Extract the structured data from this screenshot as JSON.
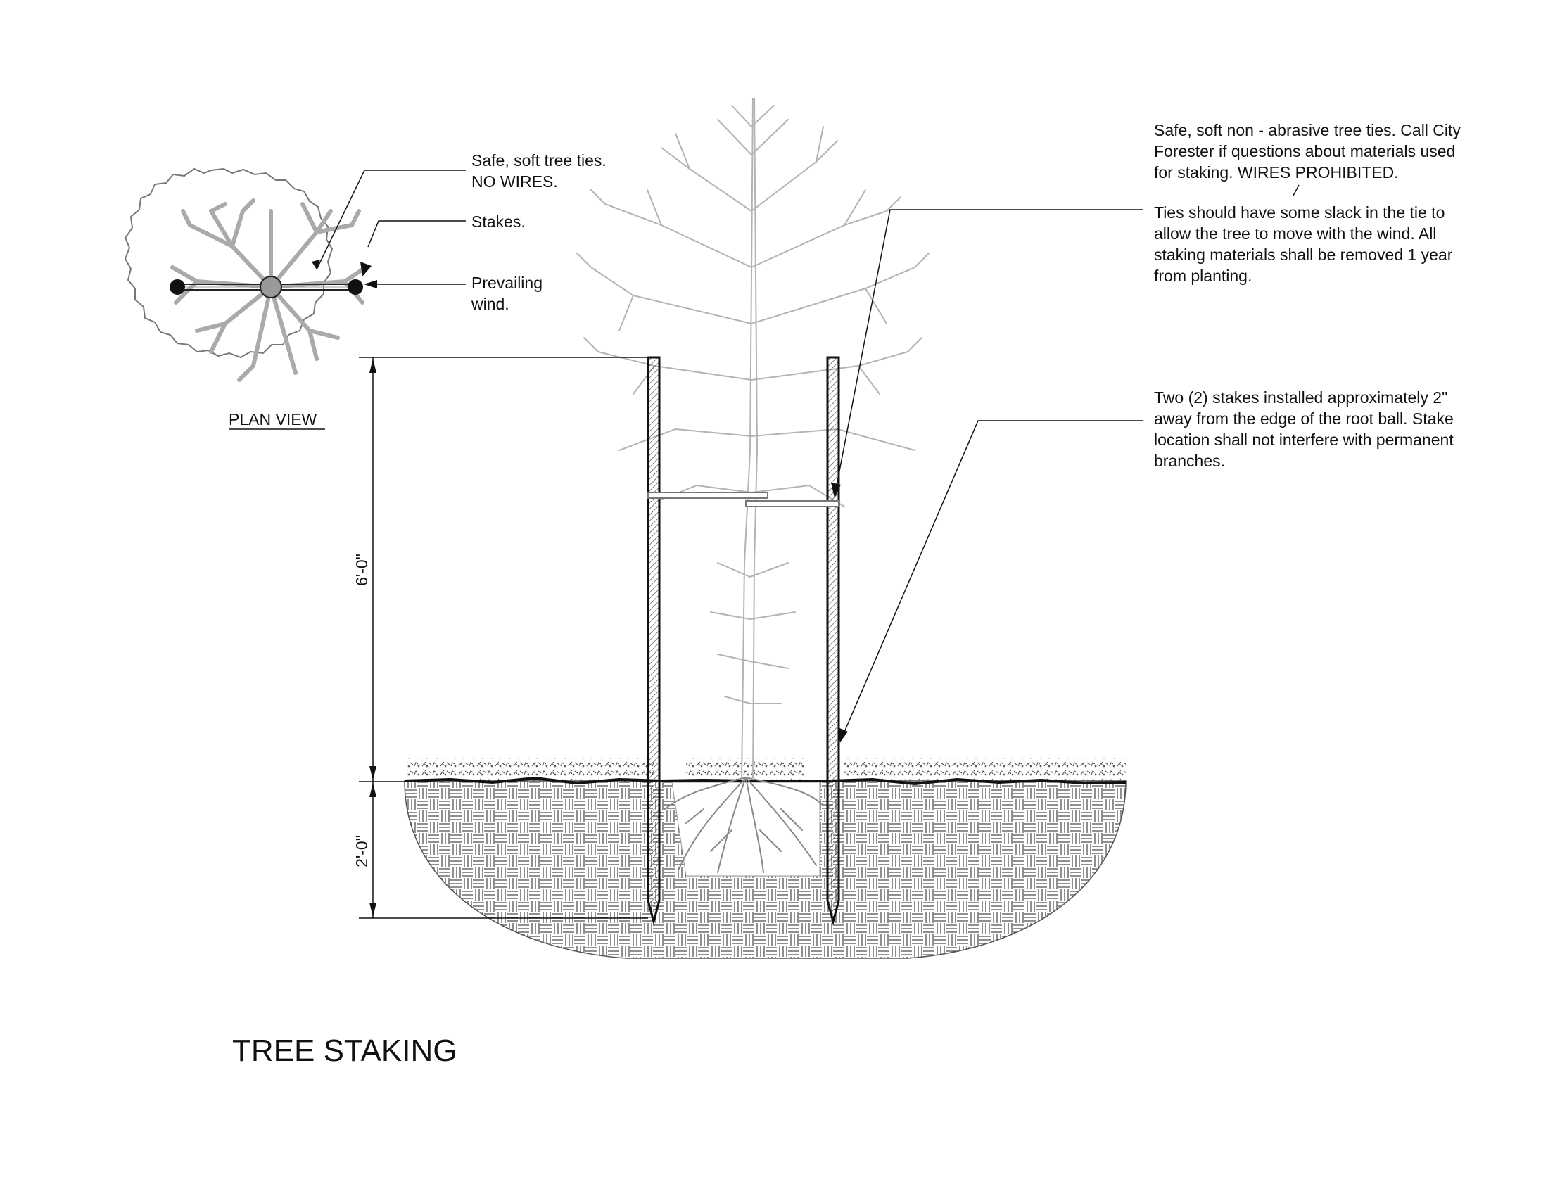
{
  "plan_view": {
    "caption": "PLAN VIEW",
    "notes": {
      "tree_ties": [
        "Safe, soft tree ties.",
        "NO WIRES."
      ],
      "stakes": [
        "Stakes."
      ],
      "prevailing_wind": [
        "Prevailing",
        "wind."
      ]
    }
  },
  "elevation": {
    "notes": {
      "ties_material": [
        "Safe, soft non - abrasive tree ties. Call City",
        "Forester if questions about materials used",
        "for staking.  WIRES PROHIBITED."
      ],
      "ties_slack": [
        "Ties should have some slack in the tie to",
        "allow the tree to move with the wind.  All",
        "staking materials shall be removed 1 year",
        "from planting."
      ],
      "stakes_install": [
        "Two (2) stakes installed approximately 2\"",
        "away from the edge of the root ball. Stake",
        "location shall not interfere with permanent",
        "branches."
      ]
    },
    "dimensions": {
      "above_grade": "6'-0\"",
      "below_grade": "2'-0\""
    }
  },
  "title": "TREE STAKING"
}
